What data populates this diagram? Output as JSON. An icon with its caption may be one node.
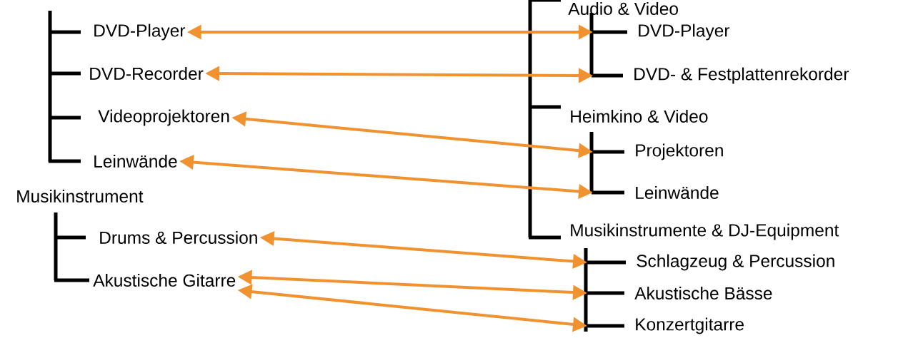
{
  "diagram": {
    "nodes": [
      {
        "text": [
          "DVD-Player"
        ]
      },
      {
        "text": [
          "DVD-Recorder"
        ]
      },
      {
        "text": [
          "Videoprojektoren"
        ]
      },
      {
        "text": [
          "Leinwände"
        ]
      },
      {
        "text": [
          "Musikinstrument"
        ]
      },
      {
        "text": [
          "Drums & Percussion"
        ]
      },
      {
        "text": [
          "Akustische Gitarre"
        ]
      },
      {
        "text": [
          "Audio & Video"
        ]
      },
      {
        "text": [
          "DVD-Player"
        ]
      },
      {
        "text": [
          "DVD- & Festplattenrekorder"
        ]
      },
      {
        "text": [
          "Heimkino & Video"
        ]
      },
      {
        "text": [
          "Projektoren"
        ]
      },
      {
        "text": [
          "Leinwände"
        ]
      },
      {
        "text": [
          "Musikinstrumente & DJ-Equipment"
        ]
      },
      {
        "text": [
          "Schlagzeug & Percussion"
        ]
      },
      {
        "text": [
          "Akustische Bässe"
        ]
      },
      {
        "text": [
          "Konzertgitarre"
        ]
      }
    ],
    "edges": [
      {
        "from": 0,
        "to": 8,
        "arrow": "both"
      },
      {
        "from": 1,
        "to": 9,
        "arrow": "both"
      },
      {
        "from": 2,
        "to": 11,
        "arrow": "both"
      },
      {
        "from": 3,
        "to": 12,
        "arrow": "both"
      },
      {
        "from": 5,
        "to": 14,
        "arrow": "both"
      },
      {
        "from": 6,
        "to": 15,
        "arrow": "both"
      },
      {
        "from": 6,
        "to": 16,
        "arrow": "both"
      }
    ]
  }
}
